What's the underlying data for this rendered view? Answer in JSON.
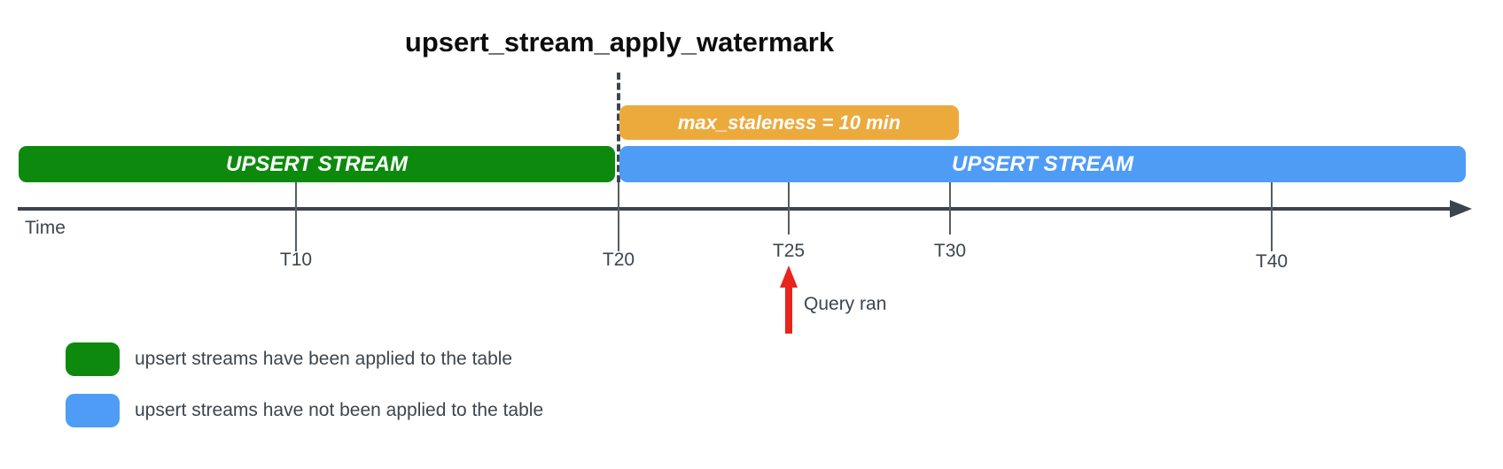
{
  "title": "upsert_stream_apply_watermark",
  "bars": {
    "staleness": {
      "label": "max_staleness = 10 min",
      "color": "#ecaa3d"
    },
    "applied": {
      "label": "UPSERT STREAM",
      "color": "#0d8a0d"
    },
    "not_applied": {
      "label": "UPSERT STREAM",
      "color": "#4f9cf6"
    }
  },
  "timeline": {
    "axis_label": "Time",
    "axis_color": "#3b434e",
    "ticks": [
      {
        "label": "T10"
      },
      {
        "label": "T20"
      },
      {
        "label": "T25"
      },
      {
        "label": "T30"
      },
      {
        "label": "T40"
      }
    ]
  },
  "annotation": {
    "label": "Query ran",
    "arrow_color": "#e8241c"
  },
  "legend": {
    "items": [
      {
        "swatch_color": "#0d8a0d",
        "label": "upsert streams have been applied to the table"
      },
      {
        "swatch_color": "#4f9cf6",
        "label": "upsert streams have not been applied to the table"
      }
    ]
  }
}
